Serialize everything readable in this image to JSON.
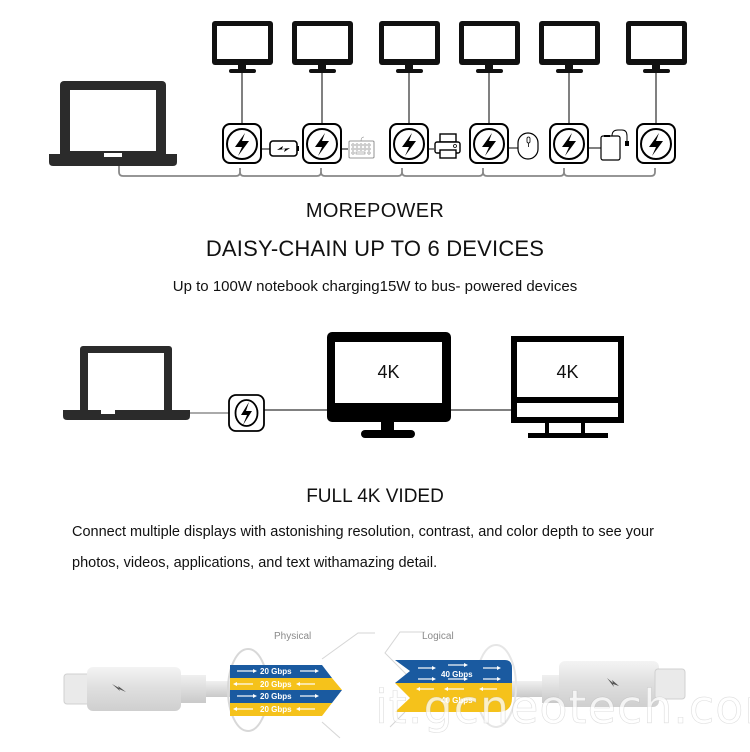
{
  "daisy_chain": {
    "monitor_count": 6,
    "hub_count": 6,
    "peripherals": [
      "battery-icon",
      "keyboard-icon",
      "printer-icon",
      "mouse-icon",
      "external-drive-icon"
    ]
  },
  "headings": {
    "title1": "MOREPOWER",
    "title2": "DAISY-CHAIN UP TO 6 DEVICES",
    "subtitle": "Up to 100W notebook charging15W to bus- powered devices"
  },
  "video_section": {
    "monitor1_label": "4K",
    "monitor2_label": "4K",
    "title": "FULL 4K VIDED",
    "paragraph_line1": "Connect multiple displays with astonishing resolution, contrast, and color depth to see your",
    "paragraph_line2": "photos, videos, applications, and text withamazing detail."
  },
  "bandwidth": {
    "physical_label": "Physical",
    "logical_label": "Logical",
    "physical_lanes": [
      {
        "text": "20 Gbps",
        "direction": "right",
        "color": "#1a5aa0"
      },
      {
        "text": "20 Gbps",
        "direction": "left",
        "color": "#f5c21b"
      },
      {
        "text": "20 Gbps",
        "direction": "right",
        "color": "#1a5aa0"
      },
      {
        "text": "20 Gbps",
        "direction": "left",
        "color": "#f5c21b"
      }
    ],
    "logical_lanes": [
      {
        "text": "40 Gbps",
        "direction": "right",
        "color": "#1a5aa0"
      },
      {
        "text": "40 Gbps",
        "direction": "left",
        "color": "#f5c21b"
      }
    ]
  },
  "watermark": "it.gcneotech.com",
  "colors": {
    "blue": "#1a5aa0",
    "yellow": "#f5c21b",
    "icon_dark": "#2b2b2b",
    "cable_gray": "#888888"
  }
}
